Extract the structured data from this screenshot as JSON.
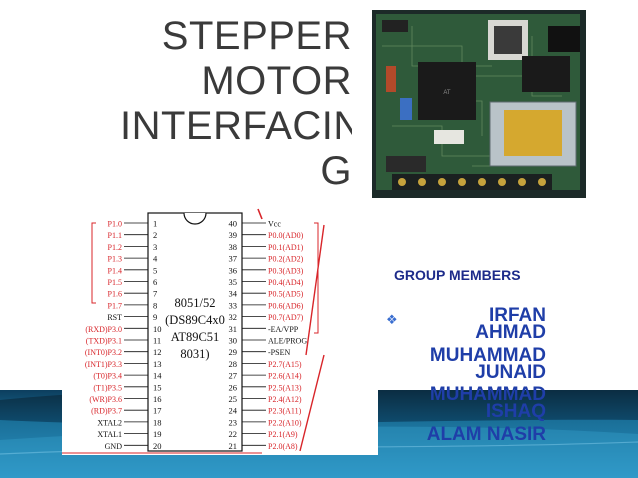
{
  "title": {
    "line1": "STEPPER",
    "line2": "MOTOR",
    "line3": "INTERFACIN",
    "line4": "G"
  },
  "group": {
    "heading": "GROUP MEMBERS",
    "members": [
      {
        "line1": "IRFAN",
        "line2": "AHMAD"
      },
      {
        "line1": "MUHAMMAD",
        "line2": "JUNAID"
      },
      {
        "line1": "MUHAMMAD",
        "line2": "ISHAQ"
      },
      {
        "line1": "ALAM NASIR",
        "line2": ""
      }
    ],
    "bullet_icon": "diamond-bullet-icon"
  },
  "chip": {
    "name": [
      "8051/52",
      "(DS89C4x0",
      "AT89C51",
      "8031)"
    ],
    "left_pins": [
      {
        "num": "1",
        "label": "P1.0"
      },
      {
        "num": "2",
        "label": "P1.1"
      },
      {
        "num": "3",
        "label": "P1.2"
      },
      {
        "num": "4",
        "label": "P1.3"
      },
      {
        "num": "5",
        "label": "P1.4"
      },
      {
        "num": "6",
        "label": "P1.5"
      },
      {
        "num": "7",
        "label": "P1.6"
      },
      {
        "num": "8",
        "label": "P1.7"
      },
      {
        "num": "9",
        "label": "RST"
      },
      {
        "num": "10",
        "label": "(RXD)P3.0"
      },
      {
        "num": "11",
        "label": "(TXD)P3.1"
      },
      {
        "num": "12",
        "label": "(INT0)P3.2"
      },
      {
        "num": "13",
        "label": "(INT1)P3.3"
      },
      {
        "num": "14",
        "label": "(T0)P3.4"
      },
      {
        "num": "15",
        "label": "(T1)P3.5"
      },
      {
        "num": "16",
        "label": "(WR)P3.6"
      },
      {
        "num": "17",
        "label": "(RD)P3.7"
      },
      {
        "num": "18",
        "label": "XTAL2"
      },
      {
        "num": "19",
        "label": "XTAL1"
      },
      {
        "num": "20",
        "label": "GND"
      }
    ],
    "right_pins": [
      {
        "num": "40",
        "label": "Vcc"
      },
      {
        "num": "39",
        "label": "P0.0(AD0)"
      },
      {
        "num": "38",
        "label": "P0.1(AD1)"
      },
      {
        "num": "37",
        "label": "P0.2(AD2)"
      },
      {
        "num": "36",
        "label": "P0.3(AD3)"
      },
      {
        "num": "35",
        "label": "P0.4(AD4)"
      },
      {
        "num": "34",
        "label": "P0.5(AD5)"
      },
      {
        "num": "33",
        "label": "P0.6(AD6)"
      },
      {
        "num": "32",
        "label": "P0.7(AD7)"
      },
      {
        "num": "31",
        "label": "-EA/VPP"
      },
      {
        "num": "30",
        "label": "ALE/PROG"
      },
      {
        "num": "29",
        "label": "-PSEN"
      },
      {
        "num": "28",
        "label": "P2.7(A15)"
      },
      {
        "num": "27",
        "label": "P2.6(A14)"
      },
      {
        "num": "26",
        "label": "P2.5(A13)"
      },
      {
        "num": "25",
        "label": "P2.4(A12)"
      },
      {
        "num": "24",
        "label": "P2.3(A11)"
      },
      {
        "num": "23",
        "label": "P2.2(A10)"
      },
      {
        "num": "22",
        "label": "P2.1(A9)"
      },
      {
        "num": "21",
        "label": "P2.0(A8)"
      }
    ],
    "red_pin_color": "#d8252a",
    "black_pin_color": "#111111"
  },
  "colors": {
    "title": "#3a3a3a",
    "heading": "#1d2b8a",
    "member": "#1f3ea8",
    "band_dark": "#0b3550",
    "band_light": "#2a8fc0"
  },
  "images": {
    "board": "circuit-board-photo"
  }
}
